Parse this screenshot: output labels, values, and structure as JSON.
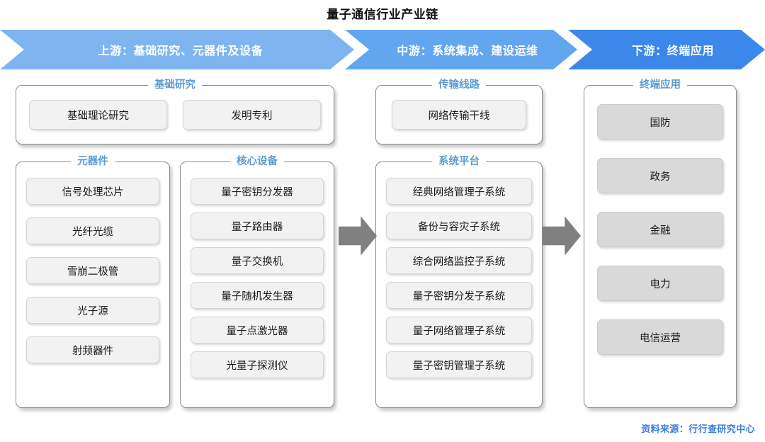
{
  "title": "量子通信行业产业链",
  "colors": {
    "upstream_banner": "#7eb5f0",
    "midstream_banner": "#63a6f0",
    "downstream_banner": "#3b87ea",
    "group_label": "#5b9bd5",
    "chip_light": "#f2f2f2",
    "chip_dark": "#d9d9d9",
    "connector_arrow": "#808080",
    "source_text": "#3b7ddd"
  },
  "banner": {
    "segments": [
      {
        "id": "upstream",
        "label": "上游：基础研究、元器件及设备"
      },
      {
        "id": "midstream",
        "label": "中游：系统集成、建设运维"
      },
      {
        "id": "downstream",
        "label": "下游：终端应用"
      }
    ]
  },
  "groups": {
    "basic_research": {
      "label": "基础研究",
      "items": [
        "基础理论研究",
        "发明专利"
      ]
    },
    "components": {
      "label": "元器件",
      "items": [
        "信号处理芯片",
        "光纤光缆",
        "雪崩二极管",
        "光子源",
        "射频器件"
      ]
    },
    "core_equipment": {
      "label": "核心设备",
      "items": [
        "量子密钥分发器",
        "量子路由器",
        "量子交换机",
        "量子随机发生器",
        "量子点激光器",
        "光量子探测仪"
      ]
    },
    "transmission_line": {
      "label": "传输线路",
      "items": [
        "网络传输干线"
      ]
    },
    "system_platform": {
      "label": "系统平台",
      "items": [
        "经典网络管理子系统",
        "备份与容灾子系统",
        "综合网络监控子系统",
        "量子密钥分发子系统",
        "量子网络管理子系统",
        "量子密钥管理子系统"
      ]
    },
    "terminal_application": {
      "label": "终端应用",
      "items": [
        "国防",
        "政务",
        "金融",
        "电力",
        "电信运营"
      ]
    }
  },
  "source": "资料来源：行行查研究中心"
}
